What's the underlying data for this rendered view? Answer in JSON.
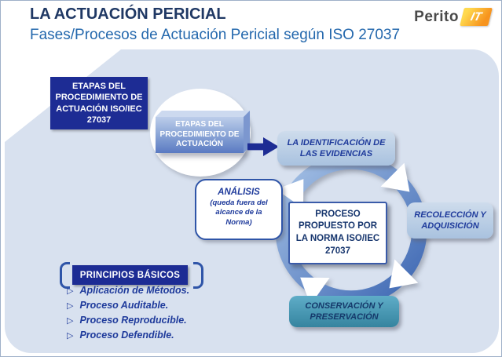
{
  "header": {
    "title": "LA ACTUACIÓN PERICIAL",
    "subtitle": "Fases/Procesos de Actuación Pericial según ISO 27037"
  },
  "logo": {
    "name": "Perito",
    "accent": "IT"
  },
  "flow": {
    "badge": "ETAPAS DEL PROCEDIMIENTO DE ACTUACIÓN ISO/IEC 27037",
    "stage_box": "ETAPAS DEL PROCEDIMIENTO DE ACTUACIÓN"
  },
  "cycle": {
    "center": "PROCESO PROPUESTO POR LA NORMA ISO/IEC 27037",
    "identificacion": "LA IDENTIFICACIÓN DE LAS EVIDENCIAS",
    "recoleccion": "RECOLECCIÓN Y ADQUISICIÓN",
    "conservacion": "CONSERVACIÓN Y PRESERVACIÓN",
    "analisis_title": "ANÁLISIS",
    "analisis_note": "(queda fuera del alcance de la Norma)"
  },
  "principios": {
    "title": "PRINCIPIOS BÁSICOS",
    "bullet": "▷",
    "items": [
      "Aplicación de Métodos.",
      "Proceso Auditable.",
      "Proceso Reproducible.",
      "Proceso Defendible."
    ]
  },
  "colors": {
    "title_navy": "#1f3864",
    "subtitle_blue": "#2468ad",
    "dark_blue_box": "#1d2c94",
    "panel_bg": "#d8e1ef",
    "phase_box_blue": "#b5cbe3",
    "teal_box": "#3f96b4",
    "ring_blue": "#4a7ebc",
    "logo_orange": "#f7941e"
  }
}
